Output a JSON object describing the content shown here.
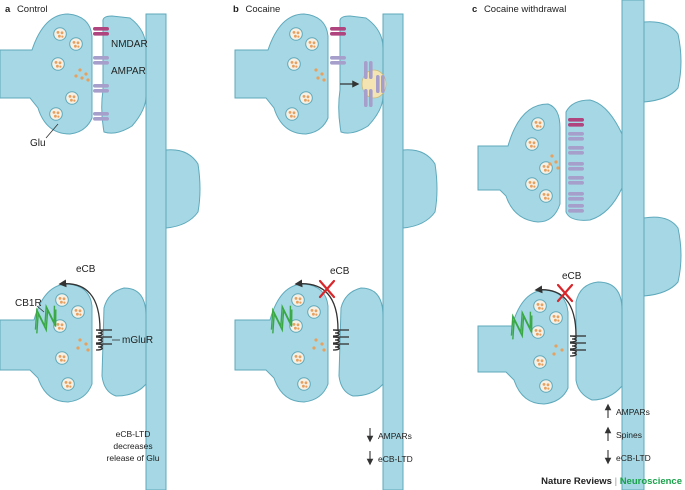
{
  "panels": [
    {
      "letter": "a",
      "title": "Control"
    },
    {
      "letter": "b",
      "title": "Cocaine"
    },
    {
      "letter": "c",
      "title": "Cocaine withdrawal"
    }
  ],
  "labels": {
    "nmdar": "NMDAR",
    "ampar": "AMPAR",
    "glu": "Glu",
    "ecb": "eCB",
    "cb1r": "CB1R",
    "mglur": "mGluR"
  },
  "notes": {
    "a": [
      "eCB-LTD",
      "decreases",
      "release of Glu"
    ],
    "b": [
      {
        "direction": "down",
        "text": "AMPARs"
      },
      {
        "direction": "down",
        "text": "eCB-LTD"
      }
    ],
    "c": [
      {
        "direction": "up",
        "text": "AMPARs"
      },
      {
        "direction": "up",
        "text": "Spines"
      },
      {
        "direction": "down",
        "text": "eCB-LTD"
      }
    ]
  },
  "credit": {
    "journal": "Nature Reviews",
    "separator": " | ",
    "section": "Neuroscience"
  },
  "colors": {
    "cell_fill": "#a5d8e4",
    "cell_stroke": "#5fa9bc",
    "vesicle": "#f6f0e4",
    "glu_dot": "#e6a060",
    "nmdar": "#b0447e",
    "ampar": "#a79fcb",
    "cb1r": "#39a845",
    "mglur": "#333333",
    "block_x": "#d8262b",
    "section_green": "#19a24a"
  },
  "icons": [
    "vesicle-icon",
    "glutamate-dot-icon",
    "nmdar-receptor-icon",
    "ampar-receptor-icon",
    "cb1-receptor-icon",
    "mglur-receptor-icon",
    "ecb-arrow-icon",
    "block-x-icon",
    "up-arrow-icon",
    "down-arrow-icon"
  ]
}
